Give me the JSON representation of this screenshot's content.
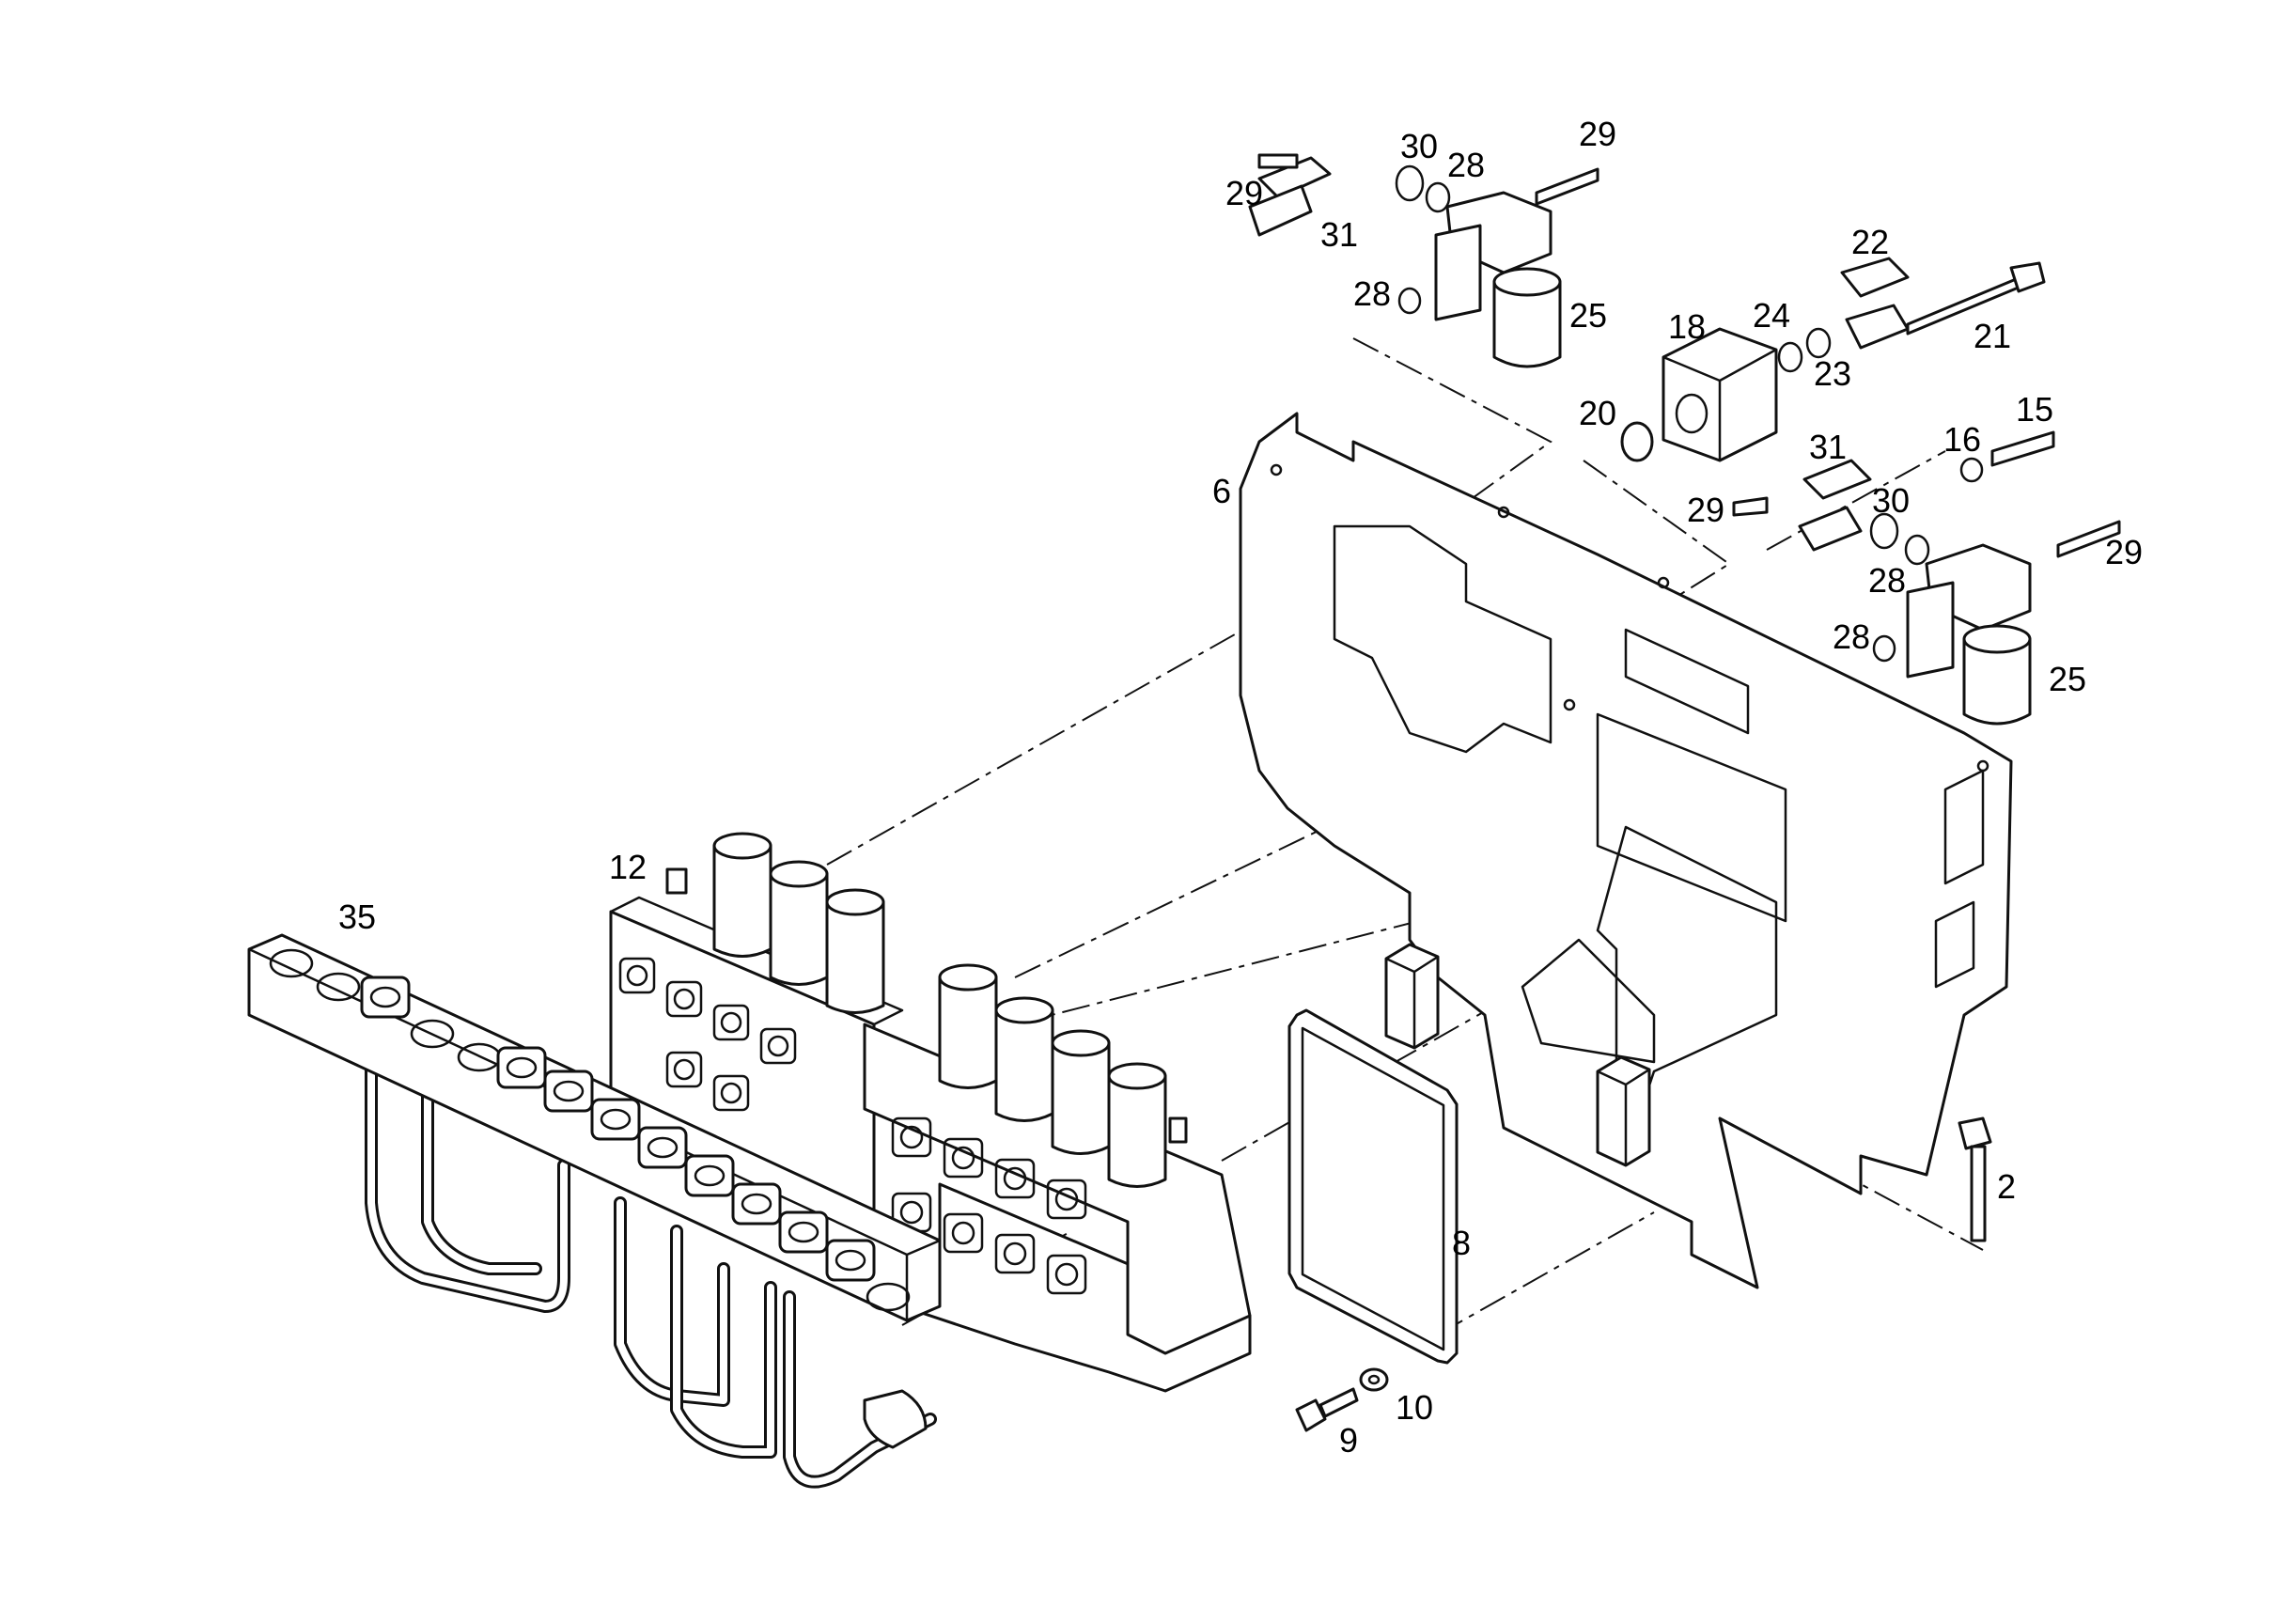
{
  "diagram": {
    "callouts": [
      {
        "id": "c-29-a",
        "label": "29"
      },
      {
        "id": "c-31-a",
        "label": "31"
      },
      {
        "id": "c-30-a",
        "label": "30"
      },
      {
        "id": "c-28-a",
        "label": "28"
      },
      {
        "id": "c-29-b",
        "label": "29"
      },
      {
        "id": "c-28-b",
        "label": "28"
      },
      {
        "id": "c-25-a",
        "label": "25"
      },
      {
        "id": "c-22",
        "label": "22"
      },
      {
        "id": "c-18",
        "label": "18"
      },
      {
        "id": "c-24",
        "label": "24"
      },
      {
        "id": "c-23",
        "label": "23"
      },
      {
        "id": "c-21",
        "label": "21"
      },
      {
        "id": "c-20",
        "label": "20"
      },
      {
        "id": "c-15",
        "label": "15"
      },
      {
        "id": "c-16",
        "label": "16"
      },
      {
        "id": "c-31-b",
        "label": "31"
      },
      {
        "id": "c-29-c",
        "label": "29"
      },
      {
        "id": "c-30-b",
        "label": "30"
      },
      {
        "id": "c-28-c",
        "label": "28"
      },
      {
        "id": "c-29-d",
        "label": "29"
      },
      {
        "id": "c-28-d",
        "label": "28"
      },
      {
        "id": "c-25-b",
        "label": "25"
      },
      {
        "id": "c-6",
        "label": "6"
      },
      {
        "id": "c-12",
        "label": "12"
      },
      {
        "id": "c-35",
        "label": "35"
      },
      {
        "id": "c-2",
        "label": "2"
      },
      {
        "id": "c-8",
        "label": "8"
      },
      {
        "id": "c-9",
        "label": "9"
      },
      {
        "id": "c-10",
        "label": "10"
      }
    ]
  }
}
